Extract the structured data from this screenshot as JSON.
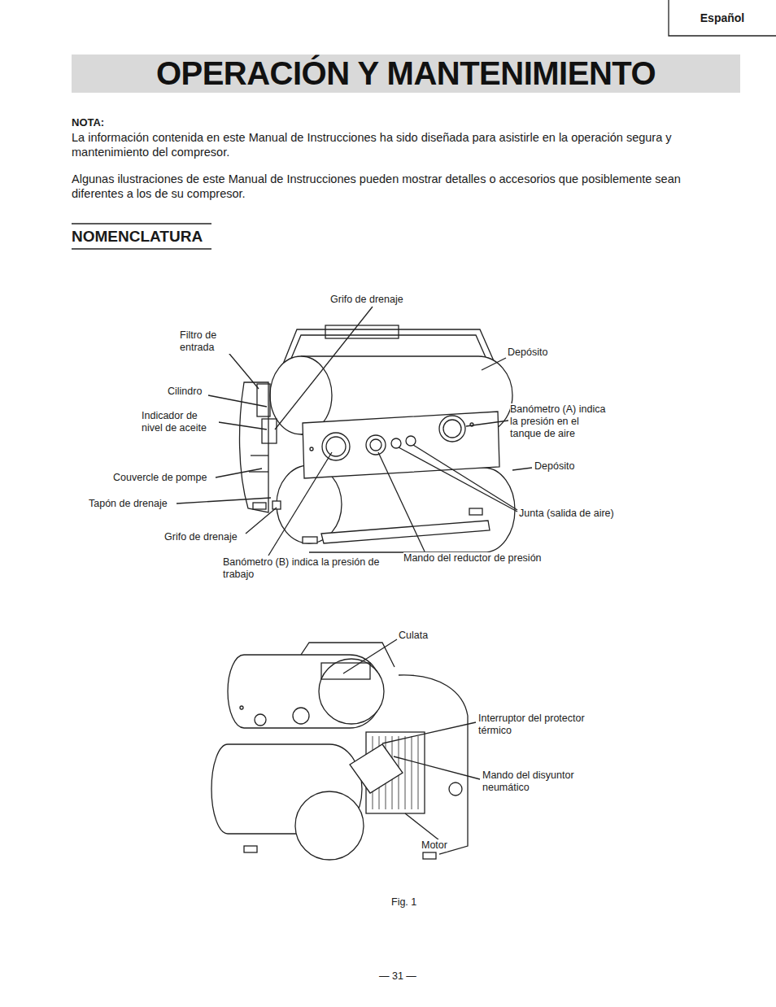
{
  "diagram": {
    "title": "OPERACIÓN Y MANTENIMIENTO",
    "caption": "Fig. 1",
    "nodes": [
      {
        "text": [
          "Español"
        ]
      }
    ],
    "labels": [
      "NOTA:",
      "La información contenida en este Manual de Instrucciones ha sido diseñada para asistirle en la operación segura y mantenimiento del compresor.",
      "Algunas ilustraciones de este Manual de Instrucciones pueden mostrar detalles o accesorios que posiblemente sean diferentes a los de su compresor.",
      "NOMENCLATURA",
      "Grifo de drenaje",
      "Filtro de entrada",
      "Depósito",
      "Cilindro",
      "Banómetro (A) indica la presión en el tanque de aire",
      "Indicador de nivel de aceite",
      "Depósito",
      "Couvercle de pompe",
      "Tapón de drenaje",
      "Junta (salida de aire)",
      "Grifo de drenaje",
      "Banómetro (B) indica la presión de trabajo",
      "Mando del reductor de presión",
      "Culata",
      "Interruptor del protector térmico",
      "Mando del disyuntor neumático",
      "Motor",
      "— 31 —"
    ]
  }
}
